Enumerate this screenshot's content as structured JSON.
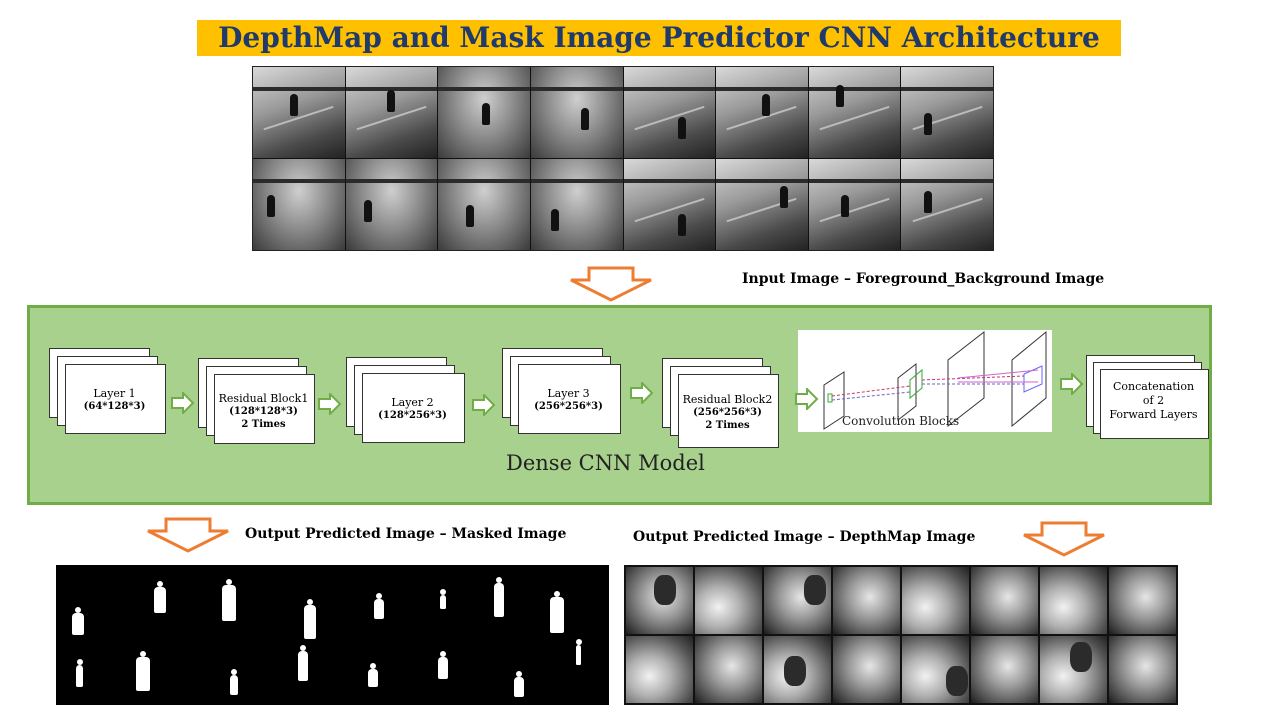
{
  "title": "DepthMap and Mask Image Predictor CNN Architecture",
  "input_label": "Input Image – Foreground_Background Image",
  "model": {
    "name": "Dense CNN Model",
    "blocks": [
      {
        "line1": "Layer 1",
        "line2": "(64*128*3)",
        "line3": ""
      },
      {
        "line1": "Residual Block1",
        "line2": "(128*128*3)",
        "line3": "2 Times"
      },
      {
        "line1": "Layer 2",
        "line2": "(128*256*3)",
        "line3": ""
      },
      {
        "line1": "Layer 3",
        "line2": "(256*256*3)",
        "line3": ""
      },
      {
        "line1": "Residual Block2",
        "line2": "(256*256*3)",
        "line3": "2 Times"
      }
    ],
    "conv_label": "Convolution Blocks",
    "concat": {
      "line1": "Concatenation",
      "line2": "of 2",
      "line3": "Forward Layers"
    }
  },
  "outputs": {
    "mask_label": "Output Predicted Image – Masked Image",
    "depth_label": "Output Predicted Image – DepthMap Image"
  },
  "colors": {
    "title_bg": "#ffc000",
    "title_text": "#1f3a6b",
    "panel_bg": "#a9d18e",
    "panel_border": "#70ad47",
    "arrow_orange": "#ed7d31",
    "arrow_green": "#70ad47"
  }
}
